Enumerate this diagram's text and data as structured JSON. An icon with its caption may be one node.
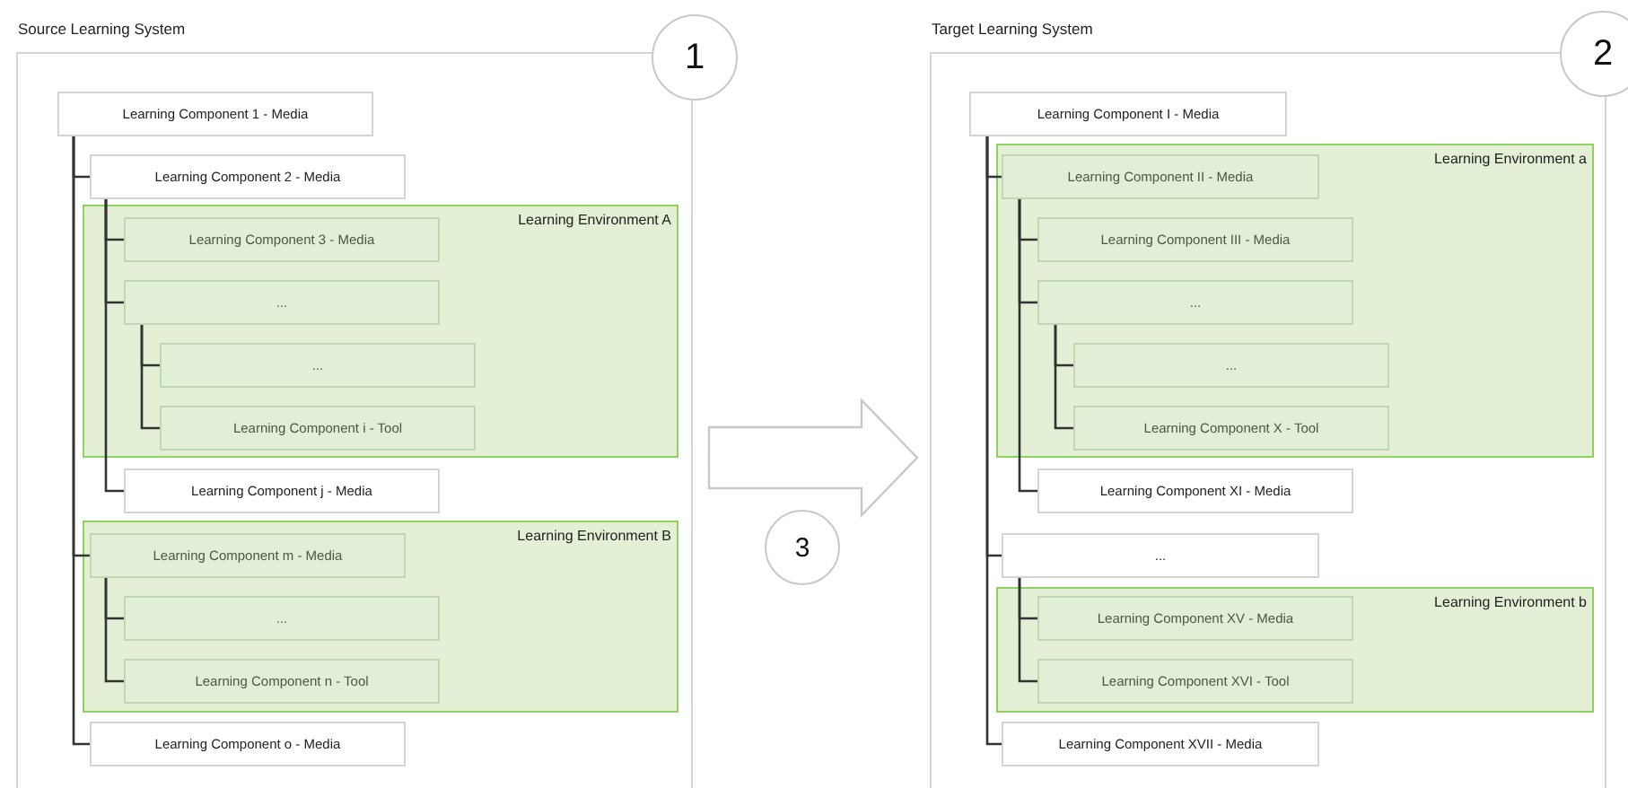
{
  "diagram": {
    "nodes": [
      {
        "text": [
          "Source Learning System"
        ]
      },
      {
        "text": [
          "1"
        ]
      },
      {
        "text": [
          "Learning Component 1 - Media"
        ],
        "in": 0
      },
      {
        "text": [
          "Learning Component 2 - Media"
        ],
        "in": 0
      },
      {
        "text": [
          "Learning Environment A"
        ],
        "in": 0
      },
      {
        "text": [
          "Learning Component 3 - Media"
        ],
        "in": 4
      },
      {
        "text": [
          "..."
        ],
        "in": 4
      },
      {
        "text": [
          "..."
        ],
        "in": 4
      },
      {
        "text": [
          "Learning Component i - Tool"
        ],
        "in": 4
      },
      {
        "text": [
          "Learning Component j - Media"
        ],
        "in": 0
      },
      {
        "text": [
          "Learning Environment B"
        ],
        "in": 0
      },
      {
        "text": [
          "Learning Component m - Media"
        ],
        "in": 10
      },
      {
        "text": [
          "..."
        ],
        "in": 10
      },
      {
        "text": [
          "Learning Component n - Tool"
        ],
        "in": 10
      },
      {
        "text": [
          "Learning Component o - Media"
        ],
        "in": 0
      },
      {
        "text": [
          "Target Learning System"
        ]
      },
      {
        "text": [
          "2"
        ]
      },
      {
        "text": [
          "Learning Component I - Media"
        ],
        "in": 15
      },
      {
        "text": [
          "Learning Environment a"
        ],
        "in": 15
      },
      {
        "text": [
          "Learning Component II - Media"
        ],
        "in": 18
      },
      {
        "text": [
          "Learning Component III - Media"
        ],
        "in": 18
      },
      {
        "text": [
          "..."
        ],
        "in": 18
      },
      {
        "text": [
          "..."
        ],
        "in": 18
      },
      {
        "text": [
          "Learning Component X - Tool"
        ],
        "in": 18
      },
      {
        "text": [
          "Learning Component XI - Media"
        ],
        "in": 15
      },
      {
        "text": [
          "..."
        ],
        "in": 15
      },
      {
        "text": [
          "Learning Environment b"
        ],
        "in": 15
      },
      {
        "text": [
          "Learning Component XV - Media"
        ],
        "in": 26
      },
      {
        "text": [
          "Learning Component XVI - Tool"
        ],
        "in": 26
      },
      {
        "text": [
          "Learning Component XVII - Media"
        ],
        "in": 15
      },
      {
        "text": [
          "3"
        ]
      }
    ],
    "edges": [
      {
        "from": 2,
        "to": 3,
        "arrow": "none"
      },
      {
        "from": 2,
        "to": 11,
        "arrow": "none"
      },
      {
        "from": 2,
        "to": 14,
        "arrow": "none"
      },
      {
        "from": 3,
        "to": 5,
        "arrow": "none"
      },
      {
        "from": 3,
        "to": 6,
        "arrow": "none"
      },
      {
        "from": 3,
        "to": 9,
        "arrow": "none"
      },
      {
        "from": 6,
        "to": 7,
        "arrow": "none"
      },
      {
        "from": 6,
        "to": 8,
        "arrow": "none"
      },
      {
        "from": 11,
        "to": 12,
        "arrow": "none"
      },
      {
        "from": 11,
        "to": 13,
        "arrow": "none"
      },
      {
        "from": 0,
        "to": 15,
        "arrow": "to"
      },
      {
        "from": 17,
        "to": 19,
        "arrow": "none"
      },
      {
        "from": 17,
        "to": 25,
        "arrow": "none"
      },
      {
        "from": 17,
        "to": 29,
        "arrow": "none"
      },
      {
        "from": 19,
        "to": 20,
        "arrow": "none"
      },
      {
        "from": 19,
        "to": 21,
        "arrow": "none"
      },
      {
        "from": 19,
        "to": 24,
        "arrow": "none"
      },
      {
        "from": 21,
        "to": 22,
        "arrow": "none"
      },
      {
        "from": 21,
        "to": 23,
        "arrow": "none"
      },
      {
        "from": 25,
        "to": 27,
        "arrow": "none"
      },
      {
        "from": 25,
        "to": 28,
        "arrow": "none"
      }
    ]
  }
}
